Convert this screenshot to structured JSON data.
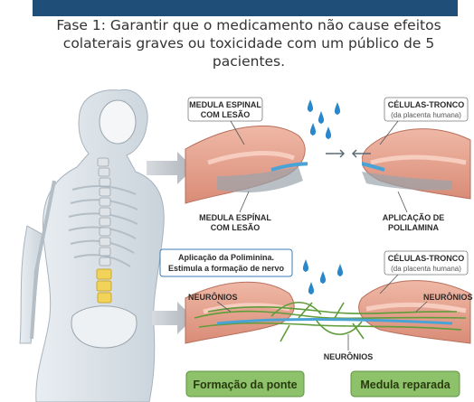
{
  "caption": "Fase 1: Garantir que o medicamento não cause efeitos colaterais graves ou toxicidade com um público de 5 pacientes.",
  "labels": {
    "injured_top": [
      "MEDULA ESPINAL",
      "COM LESÃO"
    ],
    "stem_cells_top": [
      "CÉLULAS-TRONCO",
      "(da placenta humana)"
    ],
    "injured_bottom": [
      "MEDULA ESPÍNAL",
      "COM LESÃO"
    ],
    "application": [
      "APLICAÇÃO DE",
      "POLILAMINA"
    ],
    "polilaminina_box": [
      "Aplicação da Poliminina.",
      "Estimula a formação de nervo"
    ],
    "stem_cells_bottom": [
      "CÉLULAS-TRONCO",
      "(da placenta humana)"
    ],
    "neurons_left": "NEURÔNIOS",
    "neurons_right": "NEURÔNIOS",
    "neurons_bottom": "NEURÔNIOS"
  },
  "buttons": {
    "bridge": "Formação da ponte",
    "repaired": "Medula reparada"
  },
  "colors": {
    "header_bar": "#1f4e79",
    "button_green": "#8dc26a",
    "tissue": "#e8a38f",
    "highlight": "#f2d35a"
  }
}
